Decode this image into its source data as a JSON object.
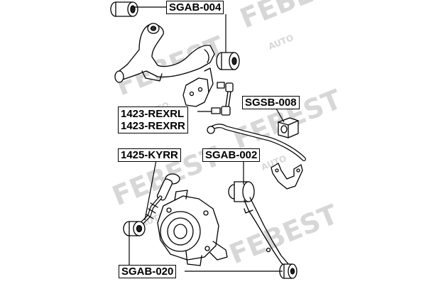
{
  "watermark": {
    "brand": "FEBEST",
    "sub": "AUTO"
  },
  "parts": {
    "sgab_004": "SGAB-004",
    "sgsb_008": "SGSB-008",
    "rexrl": "1423-REXRL",
    "rexrr": "1423-REXRR",
    "kyrr": "1425-KYRR",
    "sgab_002": "SGAB-002",
    "sgab_020": "SGAB-020"
  }
}
